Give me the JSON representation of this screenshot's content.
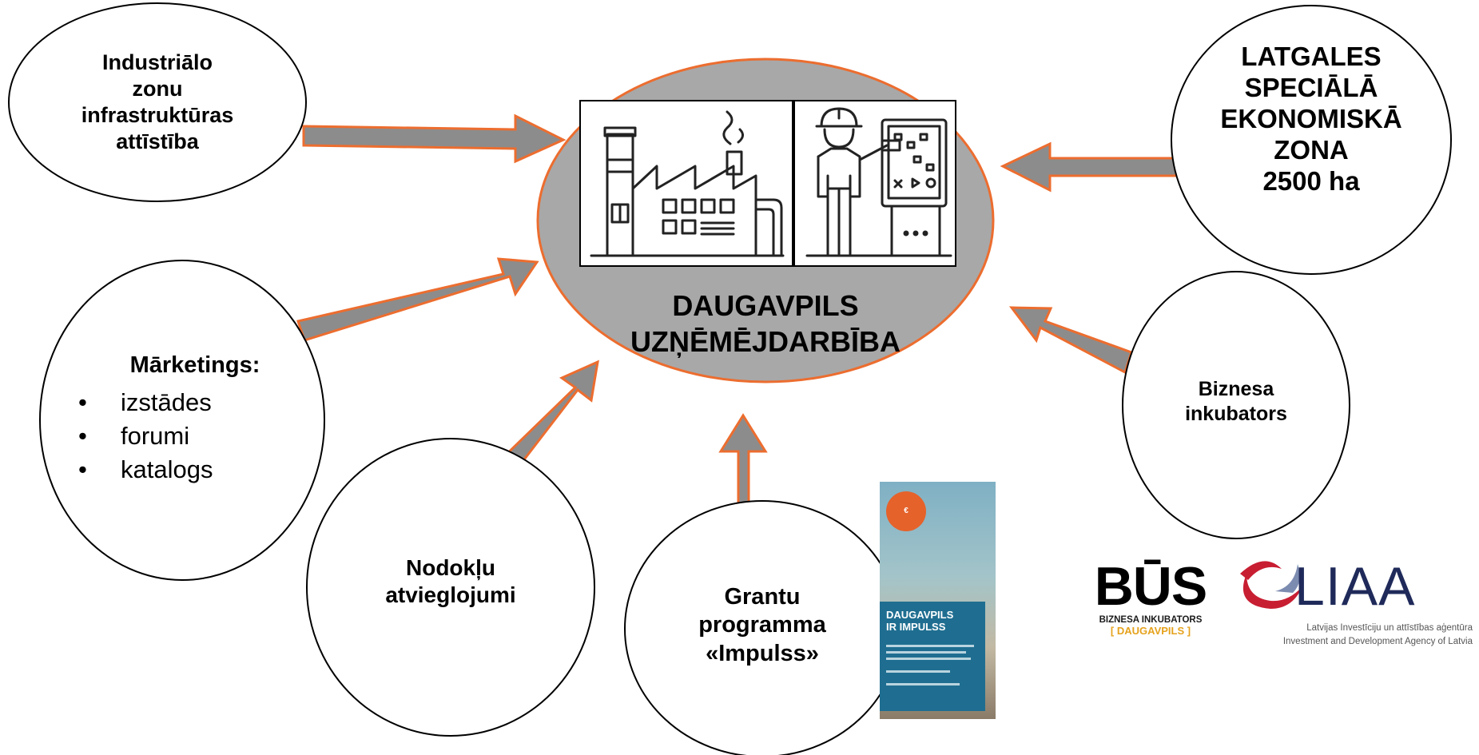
{
  "center": {
    "title_lines": [
      "DAUGAVPILS",
      "UZŅĒMĒJDARBĪBA"
    ],
    "icons": [
      "factory-icon",
      "engineer-control-panel-icon"
    ]
  },
  "nodes": {
    "industrial": {
      "lines": [
        "Industriālo",
        "zonu",
        "infrastruktūras",
        "attīstība"
      ]
    },
    "latgale": {
      "lines": [
        "LATGALES",
        "SPECIĀLĀ",
        "EKONOMISKĀ",
        "ZONA",
        "2500 ha"
      ]
    },
    "marketing": {
      "title": "Mārketings:",
      "items": [
        "izstādes",
        "forumi",
        "katalogs"
      ]
    },
    "tax": {
      "lines": [
        "Nodokļu",
        "atvieglojumi"
      ]
    },
    "grant": {
      "lines": [
        "Grantu",
        "programma",
        "«Impulss»"
      ]
    },
    "incubator": {
      "lines": [
        "Biznesa",
        "inkubators"
      ]
    }
  },
  "brochure": {
    "title_lines": [
      "DAUGAVPILS",
      "IR IMPULSS"
    ]
  },
  "logos": {
    "bus": {
      "word": "BŪS",
      "subtitle": "BIZNESA INKUBATORS",
      "city": "[ DAUGAVPILS ]"
    },
    "liaa": {
      "word": "LIAA",
      "line1": "Latvijas Investīciju un attīstības aģentūra",
      "line2": "Investment and Development Agency of Latvia"
    }
  },
  "colors": {
    "hub_fill": "#a8a8a8",
    "hub_stroke": "#ec6d2f",
    "arrow_fill": "#8c8c8c",
    "arrow_stroke": "#ec6d2f",
    "node_stroke": "#000000",
    "brochure_orange": "#e5622b",
    "bus_accent": "#e5a21c",
    "liaa_red": "#c81e32",
    "liaa_blue": "#1f2a5a"
  }
}
